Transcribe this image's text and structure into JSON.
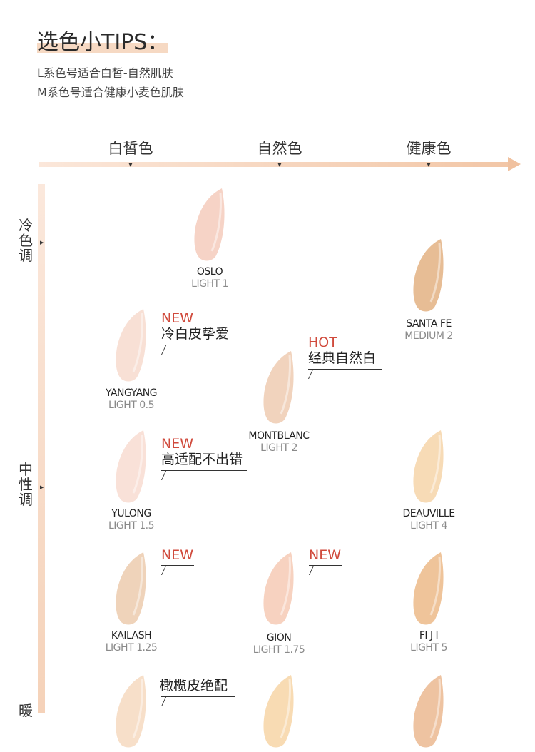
{
  "header": {
    "title": "选色小TIPS：",
    "lines": [
      "L系色号适合白皙-自然肌肤",
      "M系色号适合健康小麦色肌肤"
    ]
  },
  "x_axis": {
    "labels": [
      "白皙色",
      "自然色",
      "健康色"
    ],
    "tick_glyph": "▼"
  },
  "y_axis": {
    "labels": [
      "冷色调",
      "中性调",
      "暖"
    ],
    "tick_glyph": "▶"
  },
  "shades": [
    {
      "name": "OSLO",
      "code": "LIGHT 1",
      "color": "#f6d3c6"
    },
    {
      "name": "SANTA FE",
      "code": "MEDIUM 2",
      "color": "#e7bd95"
    },
    {
      "name": "YANGYANG",
      "code": "LIGHT 0.5",
      "color": "#f8e0d5"
    },
    {
      "name": "MONTBLANC",
      "code": "LIGHT 2",
      "color": "#f1d3bd"
    },
    {
      "name": "YULONG",
      "code": "LIGHT 1.5",
      "color": "#f9e1d8"
    },
    {
      "name": "DEAUVILLE",
      "code": "LIGHT 4",
      "color": "#f7dbb6"
    },
    {
      "name": "KAILASH",
      "code": "LIGHT 1.25",
      "color": "#efd3ba"
    },
    {
      "name": "GION",
      "code": "LIGHT 1.75",
      "color": "#f7d2c0"
    },
    {
      "name": "FI J I",
      "code": "LIGHT 5",
      "color": "#efc49a"
    },
    {
      "name": "",
      "code": "",
      "color": "#f7dfc9"
    },
    {
      "name": "",
      "code": "",
      "color": "#f8dbb3"
    },
    {
      "name": "",
      "code": "",
      "color": "#eec3a1"
    }
  ],
  "callouts": [
    {
      "tag": "NEW",
      "text": "冷白皮挚爱"
    },
    {
      "tag": "HOT",
      "text": "经典自然白"
    },
    {
      "tag": "NEW",
      "text": "高适配不出错"
    },
    {
      "tag": "NEW",
      "text": ""
    },
    {
      "tag": "NEW",
      "text": ""
    },
    {
      "tag": "",
      "text": "橄榄皮绝配"
    }
  ]
}
